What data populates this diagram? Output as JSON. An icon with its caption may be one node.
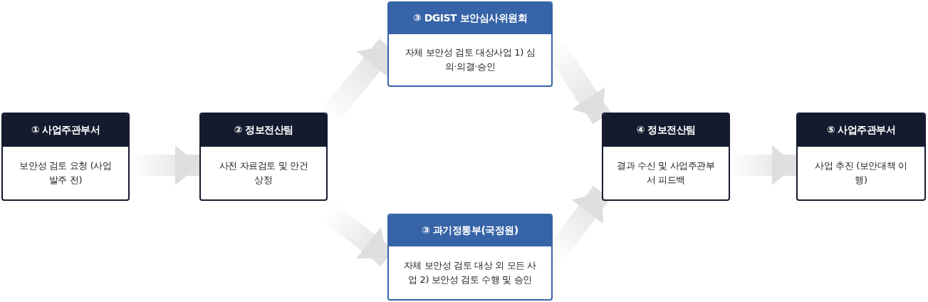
{
  "diagram": {
    "nodes": [
      {
        "text": [
          "① 사업주관부서",
          "보안성 검토 요청 (사업 발주 전)"
        ]
      },
      {
        "text": [
          "② 정보전산팀",
          "사전 자료검토 및 안건 상정"
        ]
      },
      {
        "text": [
          "③ DGIST 보안심사위원회",
          "자체 보안성 검토 대상사업 1) 심의·의결·승인"
        ]
      },
      {
        "text": [
          "③ 과기정통부(국정원)",
          "자체 보안성 검토 대상 외 모든 사업 2) 보안성 검토 수행 및 승인"
        ]
      },
      {
        "text": [
          "④ 정보전산팀",
          "결과 수신 및 사업주관부서 피드백"
        ]
      },
      {
        "text": [
          "⑤ 사업주관부서",
          "사업 추진 (보안대책 이행)"
        ]
      }
    ],
    "edges": [
      {
        "from": 0,
        "to": 1,
        "arrow": "to"
      },
      {
        "from": 1,
        "to": 2,
        "arrow": "to"
      },
      {
        "from": 1,
        "to": 3,
        "arrow": "to"
      },
      {
        "from": 2,
        "to": 4,
        "arrow": "to"
      },
      {
        "from": 3,
        "to": 4,
        "arrow": "to"
      },
      {
        "from": 4,
        "to": 5,
        "arrow": "to"
      }
    ]
  }
}
